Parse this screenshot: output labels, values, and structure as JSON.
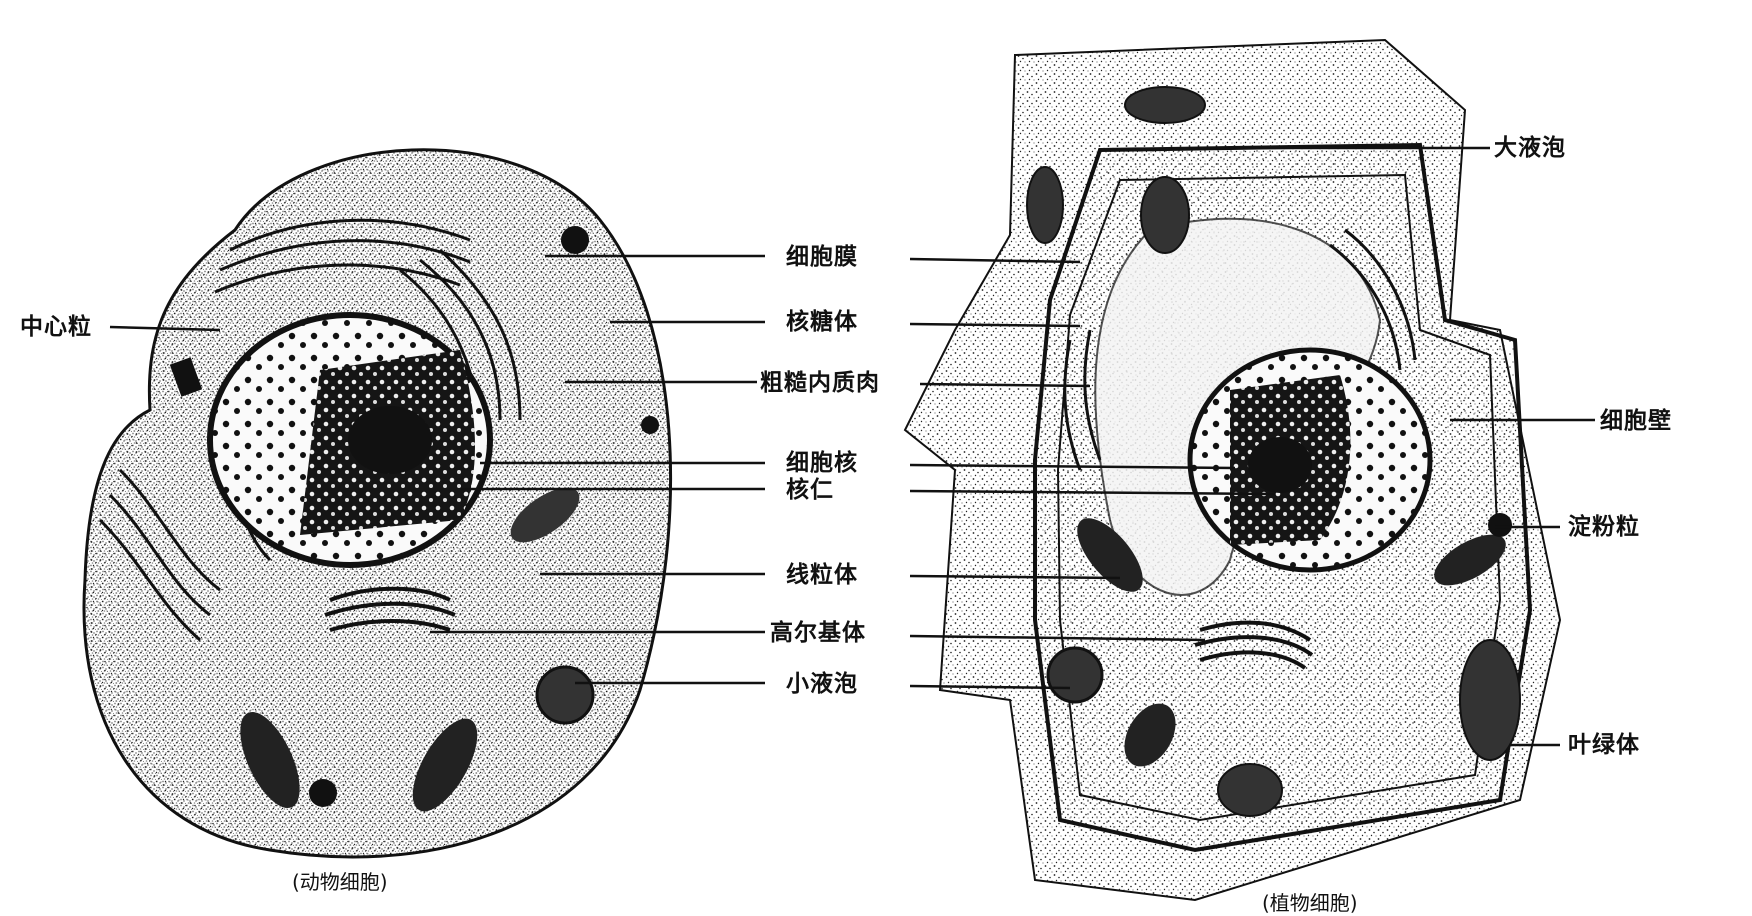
{
  "figure": {
    "animal_cell": {
      "caption": "(动物细胞)",
      "labels": {
        "centriole": "中心粒"
      }
    },
    "shared_labels": {
      "cell_membrane": "细胞膜",
      "ribosome": "核糖体",
      "rough_er": "粗糙内质肉",
      "nucleus": "细胞核",
      "nucleolus": "核仁",
      "mitochondrion": "线粒体",
      "golgi": "高尔基体",
      "small_vacuole": "小液泡"
    },
    "plant_cell": {
      "caption": "(植物细胞)",
      "labels": {
        "large_vacuole": "大液泡",
        "cell_wall": "细胞壁",
        "starch_grain": "淀粉粒",
        "chloroplast": "叶绿体"
      }
    }
  }
}
